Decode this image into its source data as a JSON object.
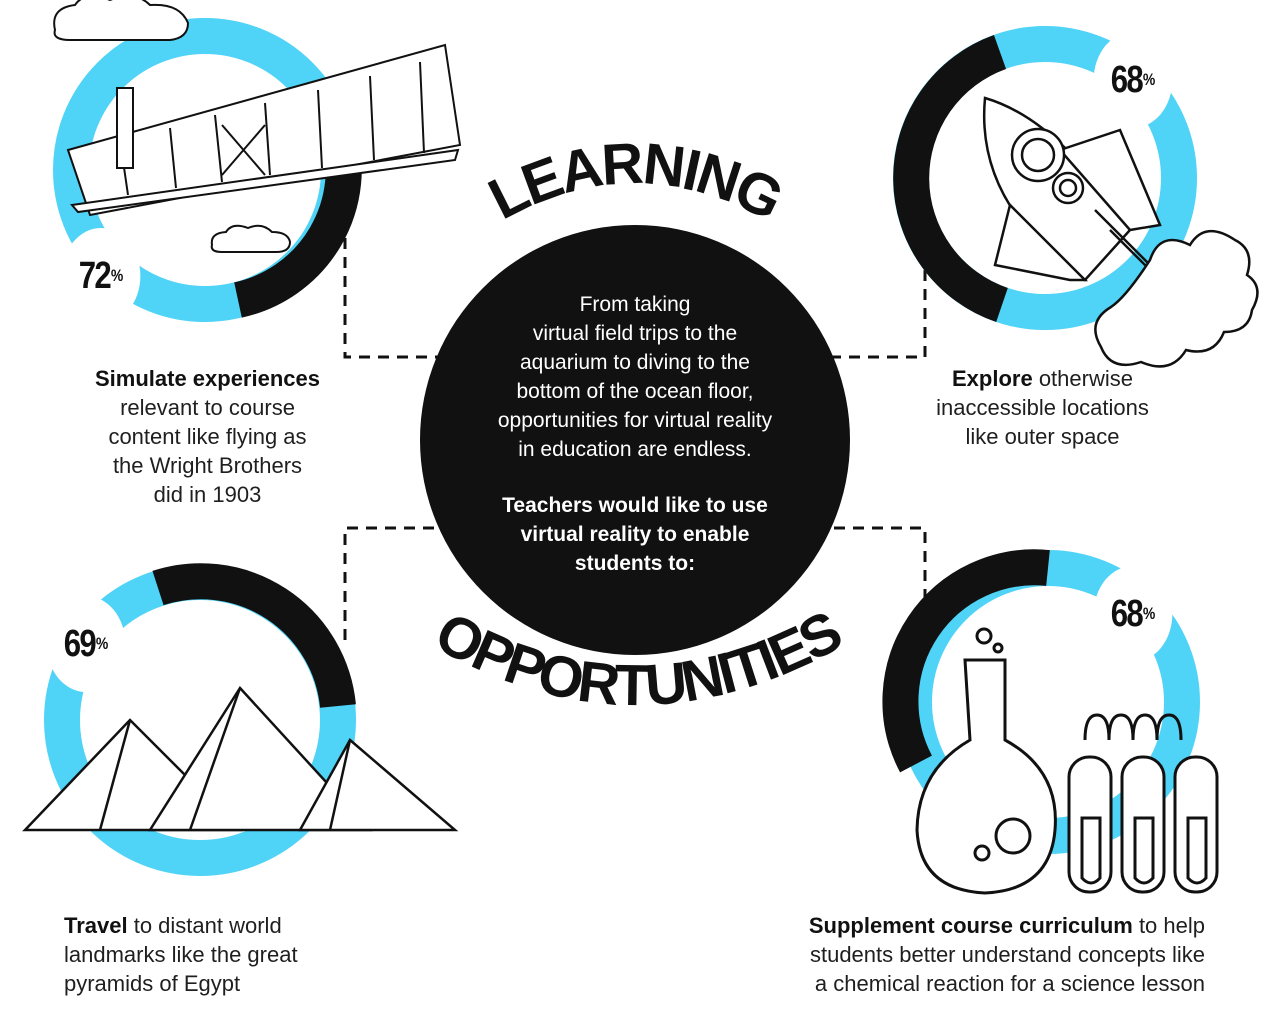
{
  "colors": {
    "accent": "#4fd3f6",
    "dark": "#111111",
    "background": "#ffffff"
  },
  "headline": {
    "top": "LEARNING",
    "bottom": "OPPORTUNITIES"
  },
  "center": {
    "intro_lines": [
      "From taking",
      "virtual field trips to the",
      "aquarium to diving to the",
      "bottom of the ocean floor,",
      "opportunities for virtual reality",
      "in education are endless."
    ],
    "question_lines": [
      "Teachers would like to use",
      "virtual reality to enable",
      "students to:"
    ]
  },
  "items": [
    {
      "icon": "airplane-icon",
      "percent": "72",
      "percent_sign": "%",
      "value": 72,
      "bold": "Simulate experiences",
      "lines": [
        "relevant to course",
        "content like flying as",
        "the Wright Brothers",
        "did in 1903"
      ]
    },
    {
      "icon": "rocket-icon",
      "percent": "68",
      "percent_sign": "%",
      "value": 68,
      "bold": "Explore",
      "rest": " otherwise",
      "lines": [
        "inaccessible locations",
        "like outer space"
      ]
    },
    {
      "icon": "pyramids-icon",
      "percent": "69",
      "percent_sign": "%",
      "value": 69,
      "bold": "Travel",
      "rest": " to distant world",
      "lines": [
        "landmarks like the great",
        "pyramids of Egypt"
      ]
    },
    {
      "icon": "chemistry-flask-icon",
      "percent": "68",
      "percent_sign": "%",
      "value": 68,
      "bold": "Supplement course curriculum",
      "rest": " to help",
      "lines": [
        "students better understand concepts like",
        "a chemical reaction for a science lesson"
      ]
    }
  ]
}
